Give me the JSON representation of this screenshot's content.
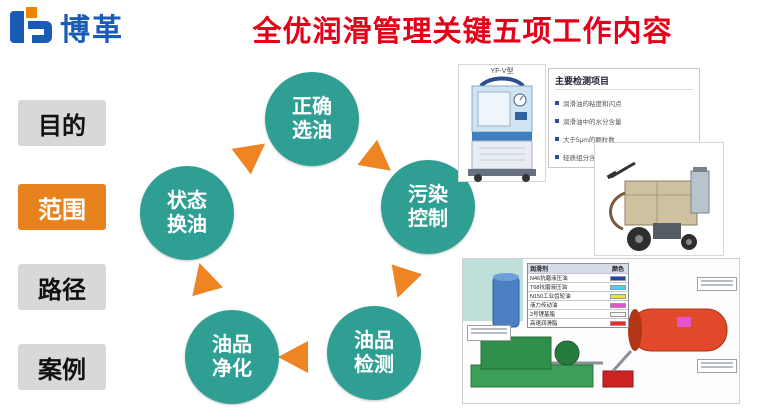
{
  "header": {
    "logo_text": "博革",
    "title": "全优润滑管理关键五项工作内容"
  },
  "sidebar": {
    "active_index": 1,
    "items": [
      {
        "label": "目的"
      },
      {
        "label": "范围"
      },
      {
        "label": "路径"
      },
      {
        "label": "案例"
      }
    ]
  },
  "cycle": {
    "direction": "clockwise",
    "steps": [
      {
        "label": "正确\n选油"
      },
      {
        "label": "污染\n控制"
      },
      {
        "label": "油品\n检测"
      },
      {
        "label": "油品\n净化"
      },
      {
        "label": "状态\n换油"
      }
    ]
  },
  "right_panel": {
    "machine_caption": "YF-V型",
    "test_items": {
      "title": "主要检测项目",
      "items": [
        "润滑油的粘度和闪点",
        "润滑油中的水分含量",
        "大于5μm的颗粒数",
        "轻质组分含量"
      ]
    },
    "legend": {
      "headers": [
        "润滑剂",
        "颜色"
      ],
      "rows": [
        {
          "name": "N46抗磨液压油",
          "color": "#2240b8"
        },
        {
          "name": "T68抗磨液压油",
          "color": "#45d5e6"
        },
        {
          "name": "N150工业齿轮油",
          "color": "#f2e23c"
        },
        {
          "name": "液力传动油",
          "color": "#e454cf"
        },
        {
          "name": "2号锂基脂",
          "color": "#f5f5f5"
        },
        {
          "name": "高速润滑脂",
          "color": "#e03022"
        }
      ]
    }
  },
  "colors": {
    "title_red": "#e50019",
    "accent_orange": "#ee8422",
    "active_tab_orange": "#e8821e",
    "circle_teal": "#2f9f93",
    "logo_blue": "#1a5bb5",
    "sidebar_gray": "#d8d8d8"
  }
}
